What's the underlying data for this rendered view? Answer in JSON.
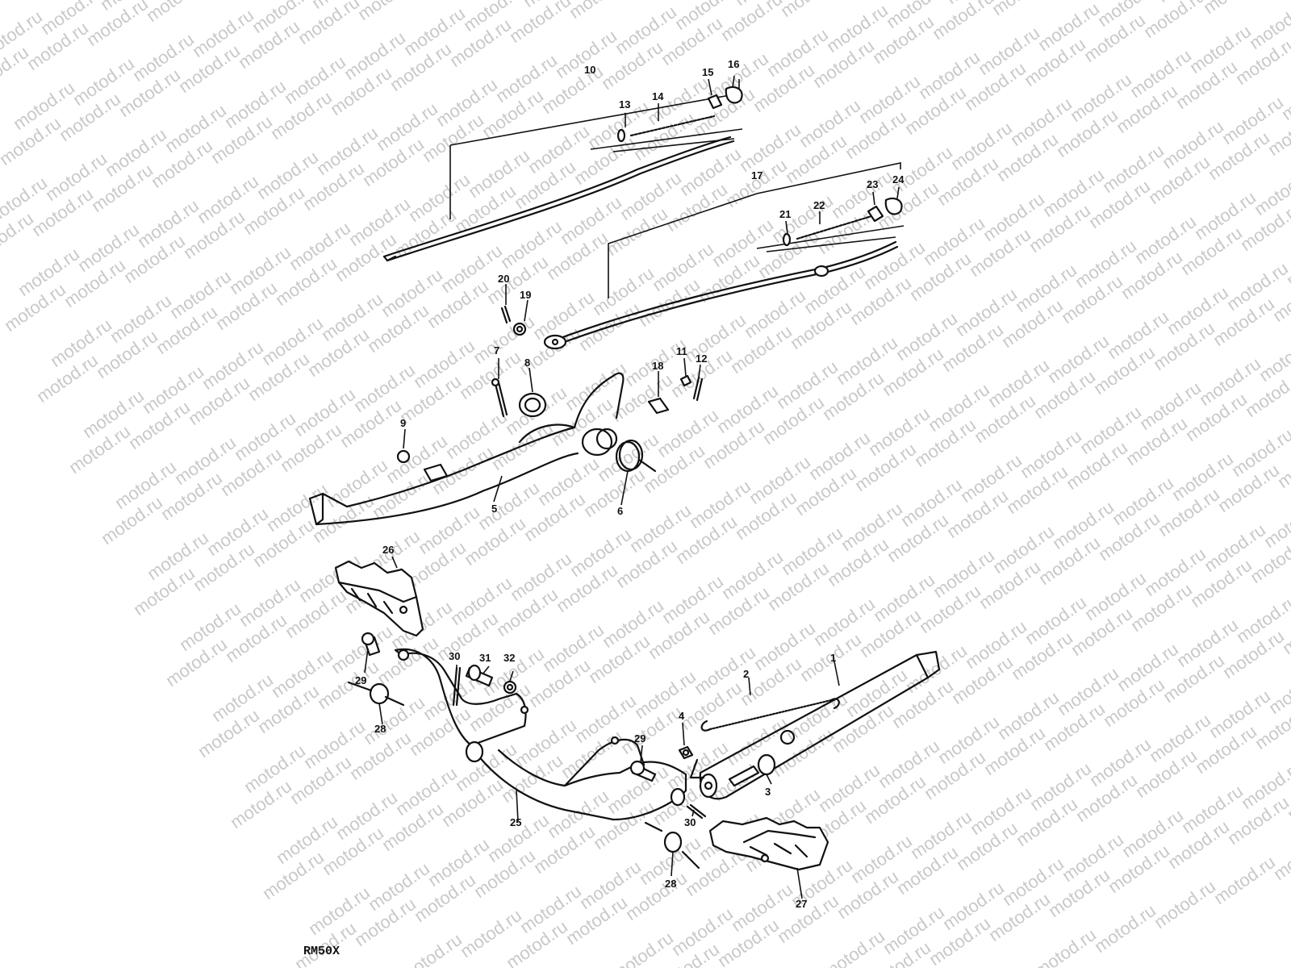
{
  "watermark": {
    "text": "motod.ru"
  },
  "caption": "RM50X",
  "callouts": [
    "1",
    "2",
    "3",
    "4",
    "5",
    "6",
    "7",
    "8",
    "9",
    "10",
    "11",
    "12",
    "13",
    "14",
    "15",
    "16",
    "17",
    "18",
    "19",
    "20",
    "21",
    "22",
    "23",
    "24",
    "25",
    "26",
    "27",
    "28",
    "28",
    "29",
    "29",
    "30",
    "30",
    "31",
    "32"
  ]
}
